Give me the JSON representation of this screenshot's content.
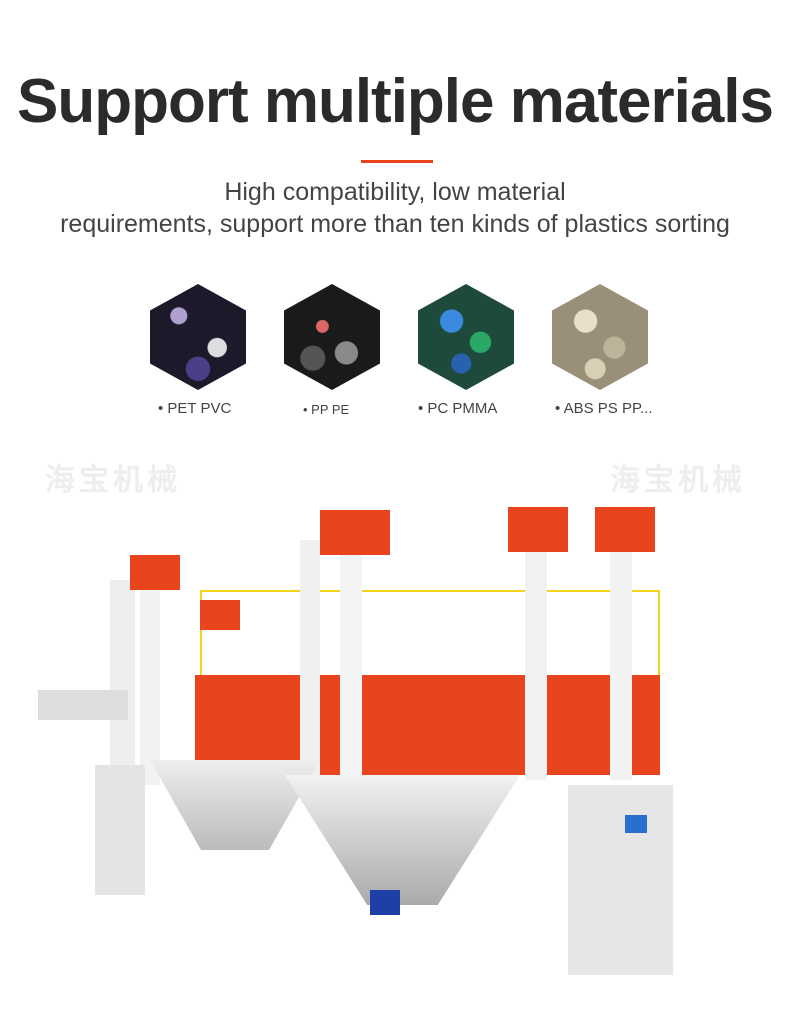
{
  "heading": "Support multiple materials",
  "subtitle_line1": "High compatibility, low material",
  "subtitle_line2": "requirements, support more than ten kinds of plastics sorting",
  "accent_color": "#e8451e",
  "materials": [
    {
      "label": "• PET PVC"
    },
    {
      "label": "• PP PE"
    },
    {
      "label": "• PC PMMA"
    },
    {
      "label": "• ABS PS PP..."
    }
  ],
  "watermark": "海宝机械"
}
